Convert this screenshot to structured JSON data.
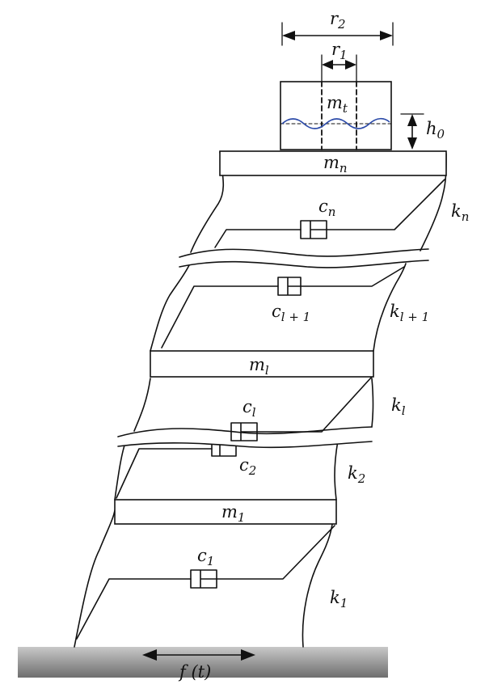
{
  "labels": {
    "r2": "r",
    "r2_sub": "2",
    "r1": "r",
    "r1_sub": "1",
    "mt": "m",
    "mt_sub": "t",
    "h0": "h",
    "h0_sub": "0",
    "mn": "m",
    "mn_sub": "n",
    "cn": "c",
    "cn_sub": "n",
    "kn": "k",
    "kn_sub": "n",
    "cl1": "c",
    "cl1_sub": "l + 1",
    "kl1": "k",
    "kl1_sub": "l + 1",
    "ml": "m",
    "ml_sub": "l",
    "cl": "c",
    "cl_sub": "l",
    "kl": "k",
    "kl_sub": "l",
    "c2": "c",
    "c2_sub": "2",
    "k2": "k",
    "k2_sub": "2",
    "m1": "m",
    "m1_sub": "1",
    "c1": "c",
    "c1_sub": "1",
    "k1": "k",
    "k1_sub": "1",
    "ft": "f (t)"
  },
  "colors": {
    "ground_top": "#c8c8c8",
    "ground_bottom": "#6e6e6e",
    "wave": "#2b4aa8"
  }
}
